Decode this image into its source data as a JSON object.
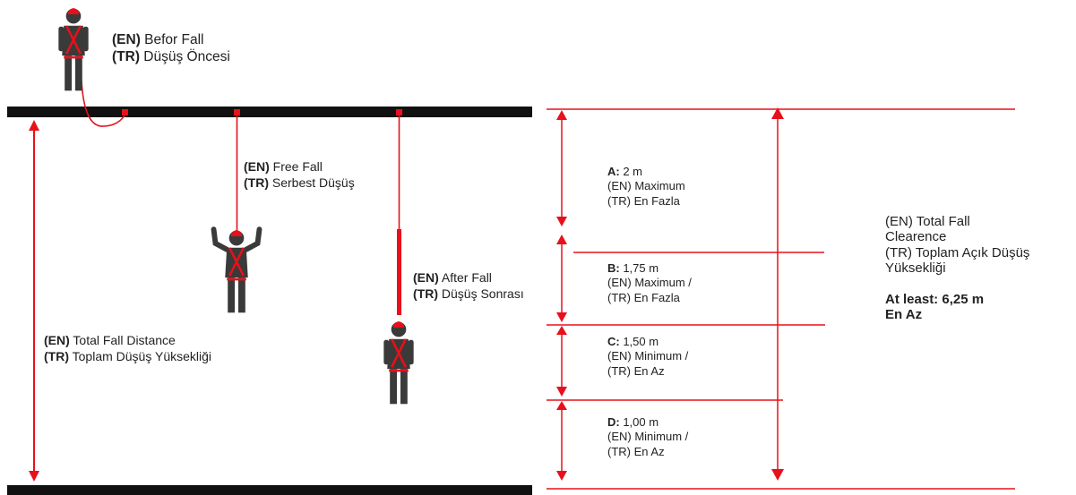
{
  "colors": {
    "accent": "#e8101a",
    "platform": "#111111",
    "figure": "#3a3a3a",
    "harness": "#e8101a"
  },
  "figures": [
    {
      "name": "worker-before-fall-icon"
    },
    {
      "name": "worker-free-fall-icon"
    },
    {
      "name": "worker-after-fall-icon"
    }
  ],
  "labels": {
    "before": {
      "en_tag": "(EN)",
      "en_text": " Befor Fall",
      "tr_tag": "(TR)",
      "tr_text": " Düşüş Öncesi"
    },
    "free": {
      "en_tag": "(EN)",
      "en_text": " Free Fall",
      "tr_tag": "(TR)",
      "tr_text": " Serbest Düşüş"
    },
    "after": {
      "en_tag": "(EN)",
      "en_text": " After Fall",
      "tr_tag": "(TR)",
      "tr_text": " Düşüş Sonrası"
    },
    "total_distance": {
      "en_tag": "(EN)",
      "en_text": " Total Fall Distance",
      "tr_tag": "(TR)",
      "tr_text": " Toplam Düşüş Yüksekliği"
    }
  },
  "segments": [
    {
      "key": "A:",
      "value": " 2 m",
      "en": "(EN) Maximum",
      "tr": "(TR) En Fazla"
    },
    {
      "key": "B:",
      "value": " 1,75 m",
      "en": "(EN) Maximum /",
      "tr": "(TR) En Fazla"
    },
    {
      "key": "C:",
      "value": " 1,50 m",
      "en": "(EN) Minimum /",
      "tr": "(TR) En Az"
    },
    {
      "key": "D:",
      "value": " 1,00 m",
      "en": "(EN) Minimum /",
      "tr": "(TR) En Az"
    }
  ],
  "clearance": {
    "en_1": "(EN) Total Fall",
    "en_2": "Clearence",
    "tr_1": "(TR) Toplam Açık Düşüş",
    "tr_2": "Yüksekliği",
    "atleast": "At least: 6,25 m",
    "enaz": "En Az"
  }
}
